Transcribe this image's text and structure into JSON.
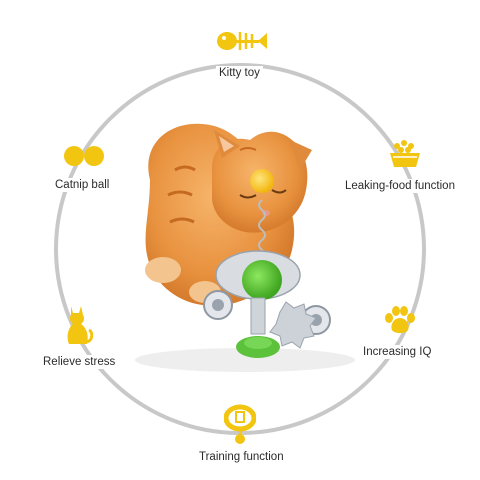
{
  "accent_color": "#f2c511",
  "ring_color": "#c8c8c8",
  "features": [
    {
      "label": "Kitty toy",
      "icon": "fish-bone-icon"
    },
    {
      "label": "Leaking-food function",
      "icon": "food-bowl-icon"
    },
    {
      "label": "Increasing IQ",
      "icon": "paw-print-icon"
    },
    {
      "label": "Training function",
      "icon": "cat-collar-icon"
    },
    {
      "label": "Relieve stress",
      "icon": "sitting-cat-icon"
    },
    {
      "label": "Catnip ball",
      "icon": "catnip-balls-icon"
    }
  ],
  "product_photo": {
    "subject": "orange kitten playing with windmill spinner toy"
  }
}
